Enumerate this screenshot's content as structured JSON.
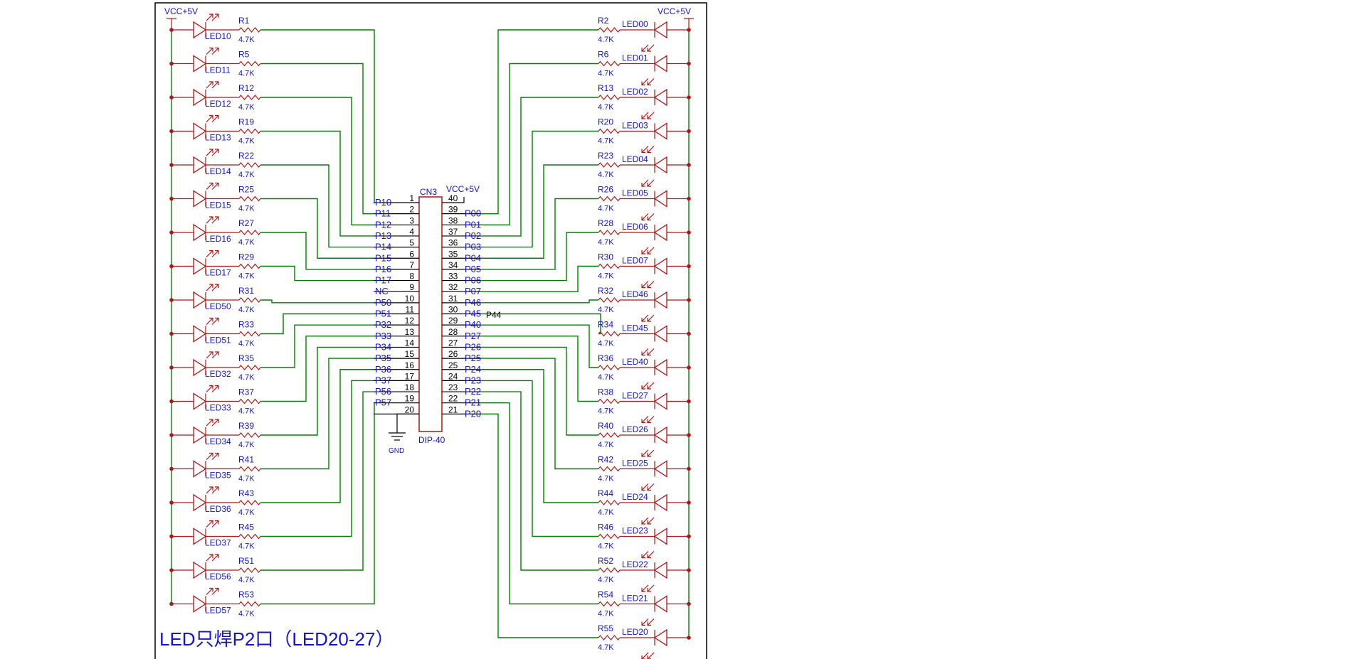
{
  "title": "LED只焊P2口（LED20-27）",
  "connector": {
    "ref": "CN3",
    "package": "DIP-40",
    "vcc_label": "VCC+5V",
    "gnd_label": "GND",
    "extra_label": "P44",
    "left_pins": [
      {
        "num": "1",
        "net": "P10"
      },
      {
        "num": "2",
        "net": "P11"
      },
      {
        "num": "3",
        "net": "P12"
      },
      {
        "num": "4",
        "net": "P13"
      },
      {
        "num": "5",
        "net": "P14"
      },
      {
        "num": "6",
        "net": "P15"
      },
      {
        "num": "7",
        "net": "P16"
      },
      {
        "num": "8",
        "net": "P17"
      },
      {
        "num": "9",
        "net": "NC"
      },
      {
        "num": "10",
        "net": "P50"
      },
      {
        "num": "11",
        "net": "P51"
      },
      {
        "num": "12",
        "net": "P32"
      },
      {
        "num": "13",
        "net": "P33"
      },
      {
        "num": "14",
        "net": "P34"
      },
      {
        "num": "15",
        "net": "P35"
      },
      {
        "num": "16",
        "net": "P36"
      },
      {
        "num": "17",
        "net": "P37"
      },
      {
        "num": "18",
        "net": "P56"
      },
      {
        "num": "19",
        "net": "P57"
      },
      {
        "num": "20",
        "net": ""
      }
    ],
    "right_pins": [
      {
        "num": "40",
        "net": ""
      },
      {
        "num": "39",
        "net": "P00"
      },
      {
        "num": "38",
        "net": "P01"
      },
      {
        "num": "37",
        "net": "P02"
      },
      {
        "num": "36",
        "net": "P03"
      },
      {
        "num": "35",
        "net": "P04"
      },
      {
        "num": "34",
        "net": "P05"
      },
      {
        "num": "33",
        "net": "P06"
      },
      {
        "num": "32",
        "net": "P07"
      },
      {
        "num": "31",
        "net": "P46"
      },
      {
        "num": "30",
        "net": "P45"
      },
      {
        "num": "29",
        "net": "P40"
      },
      {
        "num": "28",
        "net": "P27"
      },
      {
        "num": "27",
        "net": "P26"
      },
      {
        "num": "26",
        "net": "P25"
      },
      {
        "num": "25",
        "net": "P24"
      },
      {
        "num": "24",
        "net": "P23"
      },
      {
        "num": "23",
        "net": "P22"
      },
      {
        "num": "22",
        "net": "P21"
      },
      {
        "num": "21",
        "net": "P20"
      }
    ]
  },
  "left_rail": {
    "vcc_label": "VCC+5V",
    "rows": [
      {
        "led": "LED10",
        "res": "R1",
        "val": "4.7K"
      },
      {
        "led": "LED11",
        "res": "R5",
        "val": "4.7K"
      },
      {
        "led": "LED12",
        "res": "R12",
        "val": "4.7K"
      },
      {
        "led": "LED13",
        "res": "R19",
        "val": "4.7K"
      },
      {
        "led": "LED14",
        "res": "R22",
        "val": "4.7K"
      },
      {
        "led": "LED15",
        "res": "R25",
        "val": "4.7K"
      },
      {
        "led": "LED16",
        "res": "R27",
        "val": "4.7K"
      },
      {
        "led": "LED17",
        "res": "R29",
        "val": "4.7K"
      },
      {
        "led": "LED50",
        "res": "R31",
        "val": "4.7K"
      },
      {
        "led": "LED51",
        "res": "R33",
        "val": "4.7K"
      },
      {
        "led": "LED32",
        "res": "R35",
        "val": "4.7K"
      },
      {
        "led": "LED33",
        "res": "R37",
        "val": "4.7K"
      },
      {
        "led": "LED34",
        "res": "R39",
        "val": "4.7K"
      },
      {
        "led": "LED35",
        "res": "R41",
        "val": "4.7K"
      },
      {
        "led": "LED36",
        "res": "R43",
        "val": "4.7K"
      },
      {
        "led": "LED37",
        "res": "R45",
        "val": "4.7K"
      },
      {
        "led": "LED56",
        "res": "R51",
        "val": "4.7K"
      },
      {
        "led": "LED57",
        "res": "R53",
        "val": "4.7K"
      }
    ]
  },
  "right_rail": {
    "vcc_label": "VCC+5V",
    "rows": [
      {
        "led": "LED00",
        "res": "R2",
        "val": "4.7K"
      },
      {
        "led": "LED01",
        "res": "R6",
        "val": "4.7K"
      },
      {
        "led": "LED02",
        "res": "R13",
        "val": "4.7K"
      },
      {
        "led": "LED03",
        "res": "R20",
        "val": "4.7K"
      },
      {
        "led": "LED04",
        "res": "R23",
        "val": "4.7K"
      },
      {
        "led": "LED05",
        "res": "R26",
        "val": "4.7K"
      },
      {
        "led": "LED06",
        "res": "R28",
        "val": "4.7K"
      },
      {
        "led": "LED07",
        "res": "R30",
        "val": "4.7K"
      },
      {
        "led": "LED46",
        "res": "R32",
        "val": "4.7K"
      },
      {
        "led": "LED45",
        "res": "R34",
        "val": "4.7K"
      },
      {
        "led": "LED40",
        "res": "R36",
        "val": "4.7K"
      },
      {
        "led": "LED27",
        "res": "R38",
        "val": "4.7K"
      },
      {
        "led": "LED26",
        "res": "R40",
        "val": "4.7K"
      },
      {
        "led": "LED25",
        "res": "R42",
        "val": "4.7K"
      },
      {
        "led": "LED24",
        "res": "R44",
        "val": "4.7K"
      },
      {
        "led": "LED23",
        "res": "R46",
        "val": "4.7K"
      },
      {
        "led": "LED22",
        "res": "R52",
        "val": "4.7K"
      },
      {
        "led": "LED21",
        "res": "R54",
        "val": "4.7K"
      },
      {
        "led": "LED20",
        "res": "R55",
        "val": "4.7K"
      }
    ]
  },
  "colors": {
    "wire": "#008000",
    "part": "#b41414",
    "label": "#1414c8",
    "border": "#000000"
  }
}
